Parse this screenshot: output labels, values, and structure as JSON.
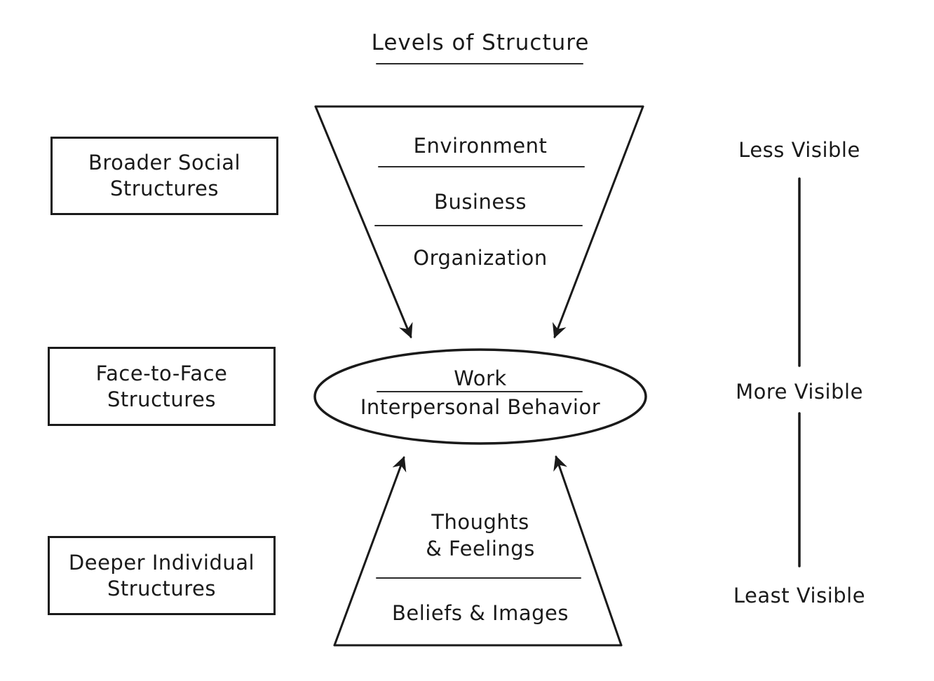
{
  "title": "Levels of Structure",
  "sidebar_left": {
    "boxes": [
      {
        "label": "Broader Social\nStructures"
      },
      {
        "label": "Face-to-Face\nStructures"
      },
      {
        "label": "Deeper Individual\nStructures"
      }
    ]
  },
  "top_funnel": {
    "levels": [
      "Environment",
      "Business",
      "Organization"
    ]
  },
  "center_ellipse": {
    "line1": "Work",
    "line2": "Interpersonal Behavior"
  },
  "bottom_funnel": {
    "levels": [
      "Thoughts\n& Feelings",
      "Beliefs & Images"
    ]
  },
  "visibility_scale": {
    "labels": [
      "Less Visible",
      "More Visible",
      "Least Visible"
    ]
  },
  "colors": {
    "ink": "#1a1a1a",
    "background": "#ffffff"
  }
}
